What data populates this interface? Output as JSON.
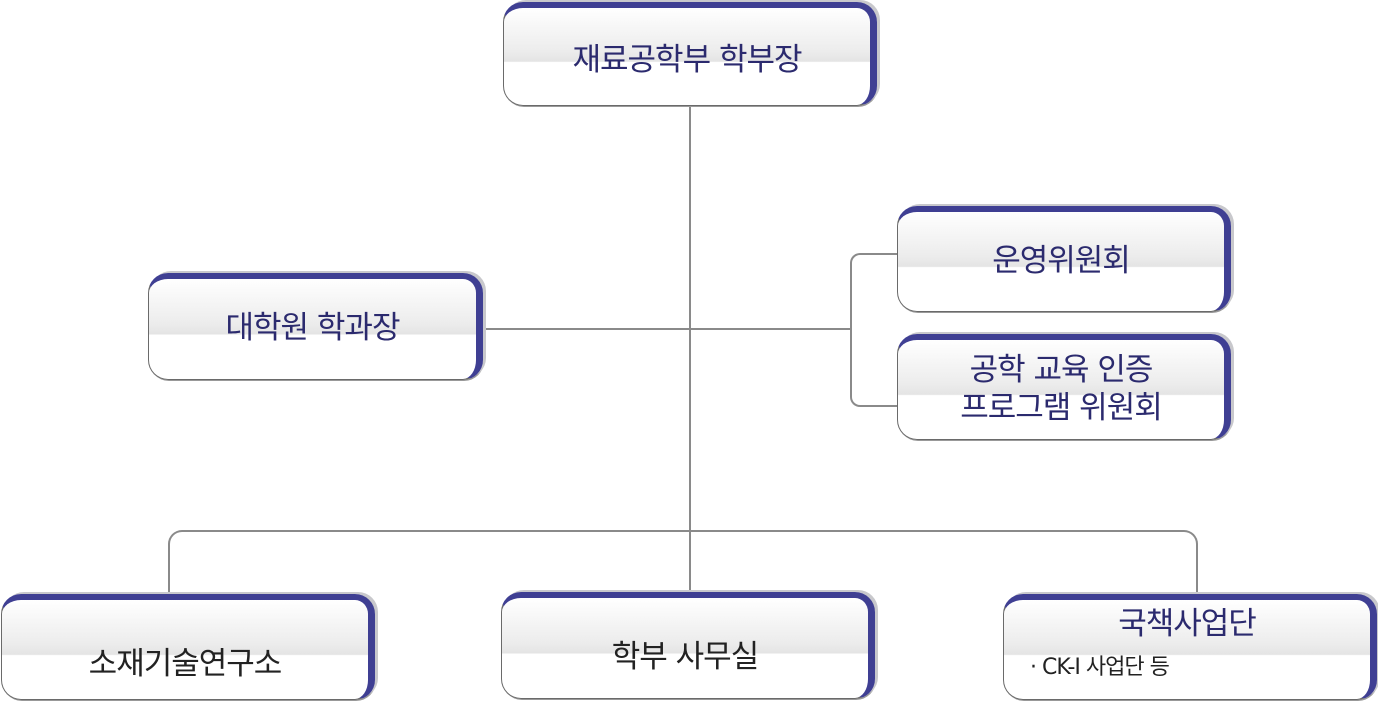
{
  "chart": {
    "head": "재료공학부 학부장",
    "graduate_chair": "대학원 학과장",
    "committees": [
      "운영위원회",
      "공학 교육 인증",
      "프로그램 위원회"
    ],
    "units": {
      "institute": "소재기술연구소",
      "office": "학부 사무실",
      "national_project": "국책사업단",
      "national_project_note": "· CK-Ⅰ 사업단 등"
    }
  },
  "colors": {
    "accent": "#3f3f93",
    "text": "#2b2a6e",
    "line": "#8a8a8a"
  }
}
